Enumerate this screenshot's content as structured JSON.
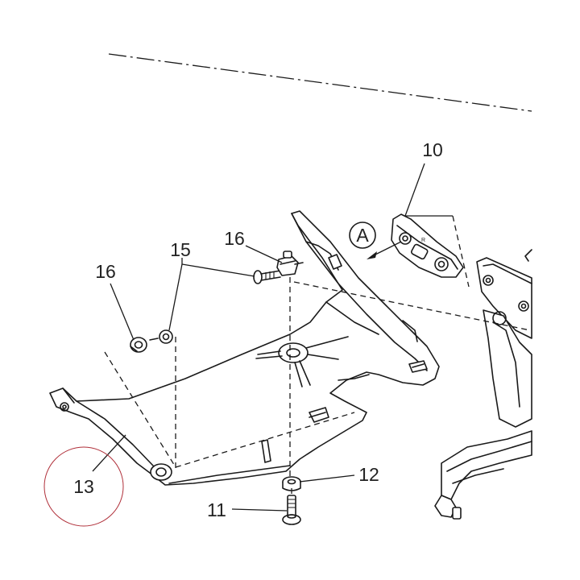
{
  "diagram": {
    "callouts": {
      "c10": "10",
      "c11": "11",
      "c12": "12",
      "c13": "13",
      "c15": "15",
      "c16a": "16",
      "c16b": "16"
    },
    "detail_marker": "A",
    "bracket_mark": "R",
    "highlight_color": "#b0303a",
    "line_color": "#1a1a1a"
  }
}
